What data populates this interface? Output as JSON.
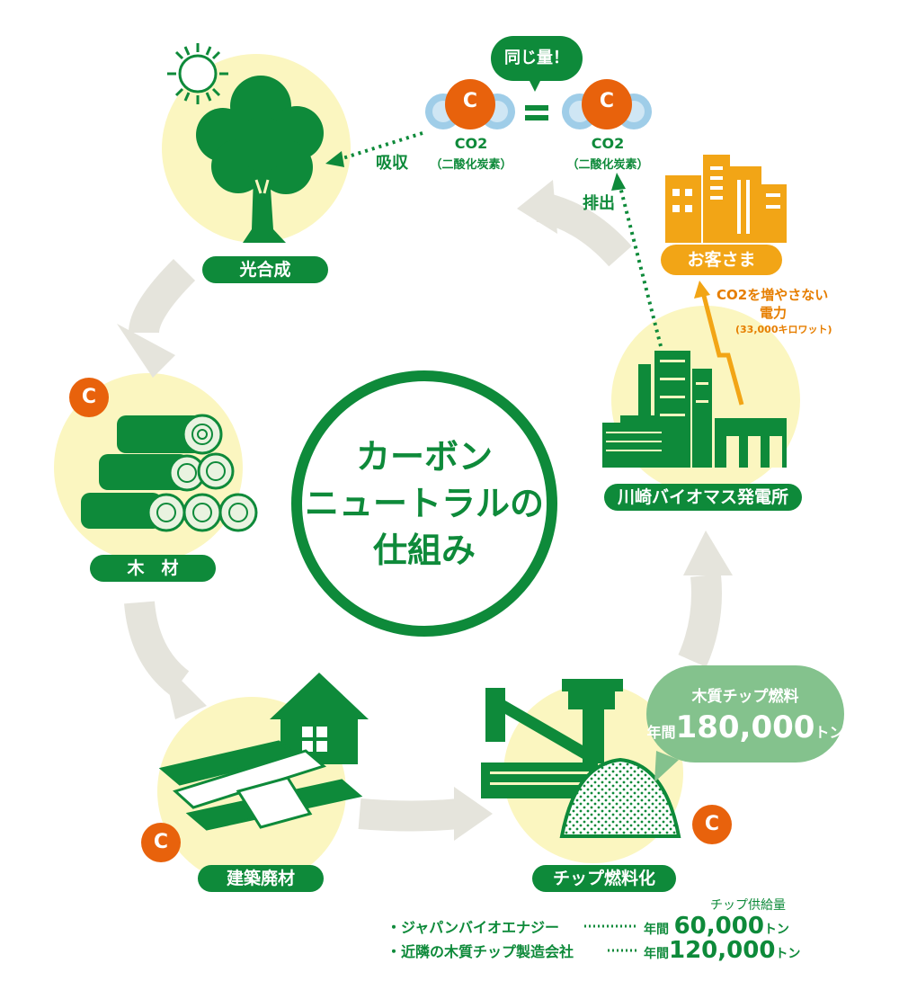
{
  "title_lines": [
    "カーボン",
    "ニュートラルの",
    "仕組み"
  ],
  "stages": {
    "photosynthesis": "光合成",
    "timber": "木　材",
    "construction_waste": "建築廃材",
    "chip_fuel": "チップ燃料化",
    "power_plant": "川崎バイオマス発電所",
    "customer": "お客さま"
  },
  "carbon_symbol": "C",
  "co2": {
    "equal_badge": "同じ量！",
    "formula": "CO2",
    "name": "（二酸化炭素）",
    "absorb": "吸収",
    "emit": "排出"
  },
  "electricity": {
    "line1": "CO2を増やさない",
    "line2": "電力",
    "capacity": "(33,000キロワット)"
  },
  "chip_fuel_bubble": {
    "title": "木質チップ燃料",
    "prefix": "年間",
    "amount": "180,000",
    "unit": "トン"
  },
  "supply": {
    "heading": "チップ供給量",
    "rows": [
      {
        "name": "・ジャパンバイオエナジー",
        "prefix": "年間",
        "amount": "60,000",
        "unit": "トン"
      },
      {
        "name": "・近隣の木質チップ製造会社",
        "prefix": "年間",
        "amount": "120,000",
        "unit": "トン"
      }
    ]
  },
  "colors": {
    "green": "#0e8a3a",
    "orange": "#e8620c",
    "yellow_bg": "#fbf6c0",
    "arrow_gray": "#e5e4dc",
    "building_yellow": "#f2a516",
    "bubble_green": "#84c28d"
  }
}
